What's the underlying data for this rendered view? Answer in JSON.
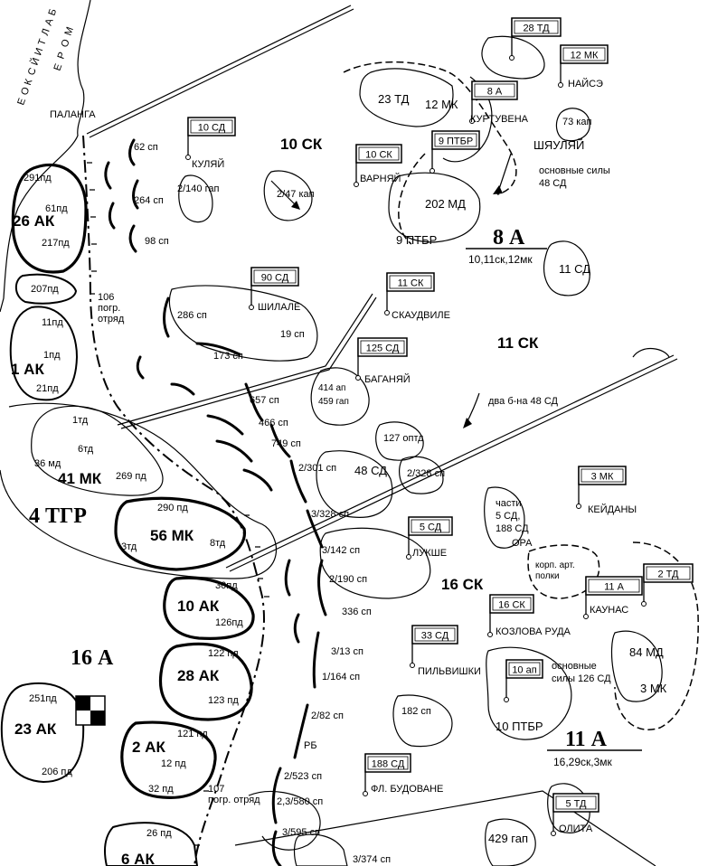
{
  "sea": {
    "name": "БАЛТИЙСКОЕ МОРЕ"
  },
  "sea_letters": [
    "Б",
    "А",
    "Л",
    "Т",
    "И",
    "Й",
    "С",
    "К",
    "О",
    "Е",
    " ",
    "М",
    "О",
    "Р",
    "Е"
  ],
  "german": {
    "army_16": "16 А",
    "tgr_4": "4 ТГР",
    "corps": {
      "ak26": "26 АК",
      "ak1": "1 АК",
      "mk41": "41 МК",
      "mk56": "56 МК",
      "ak10": "10 АК",
      "ak28": "28 АК",
      "ak23": "23 АК",
      "ak2": "2 АК",
      "ak6": "6 АК"
    },
    "divisions": {
      "d291": "291пд",
      "d61": "61пд",
      "d217": "217пд",
      "d207": "207пд",
      "d11": "11пд",
      "d1": "1пд",
      "d21": "21пд",
      "t1": "1тд",
      "t6": "6тд",
      "m36": "36 мд",
      "d269": "269 пд",
      "d290": "290 пд",
      "t3": "3тд",
      "t8": "8тд",
      "d30": "30пд",
      "d126": "126пд",
      "d122": "122 пд",
      "d123": "123 пд",
      "d251": "251пд",
      "d206": "206 пд",
      "d121": "121 пд",
      "d12": "12 пд",
      "d32": "32 пд",
      "d26": "26 пд"
    }
  },
  "soviet": {
    "army_8": "8 А",
    "army_8_sub": "10,11ск,12мк",
    "army_11": "11 А",
    "army_11_sub": "16,29ск,3мк",
    "corps_labels": {
      "sk10": "10 СК",
      "sk11": "11 СК",
      "sk16": "16 СК",
      "mk3": "3 МК"
    },
    "flags": {
      "td28": "28 ТД",
      "mk12": "12 МК",
      "a8": "8 А",
      "sd10": "10 СД",
      "sk10": "10 СК",
      "ptbr9": "9 ПТБР",
      "sd90": "90 СД",
      "sk11": "11 СК",
      "sd125": "125 СД",
      "mk3": "3 МК",
      "sd5": "5 СД",
      "sk16": "16 СК",
      "a11": "11 А",
      "td2": "2 ТД",
      "sd33": "33 СД",
      "ap10": "10 ап",
      "sd188": "188 СД",
      "td5": "5 ТД"
    },
    "units": {
      "td23": "23 ТД",
      "mk12": "12 МК",
      "kap73": "73 кап",
      "sd48": "основные силы\n48 СД",
      "md202": "202 МД",
      "ptbr9": "9 ПТБР",
      "sd11": "11 СД",
      "sp62": "62 сп",
      "sp264": "264 сп",
      "gap140": "2/140 гап",
      "sp98": "98 сп",
      "kap47": "2/47 кап",
      "sp286": "286 сп",
      "sp19": "19 сп",
      "sp173": "173 сп",
      "ap414": "414 ап",
      "gap459": "459 гап",
      "sp657": "657 сп",
      "sp466": "466 сп",
      "sp749": "749 сп",
      "sp301": "2/301 сп",
      "sd48b": "48 СД",
      "sp328": "2/328 сп",
      "sp328b": "3/328 сп",
      "optd127": "127 оптд",
      "two_bn": "два б-на 48 СД",
      "sp142": "3/142 сп",
      "sp190": "2/190 сп",
      "sp336": "336 сп",
      "sp13": "3/13 сп",
      "sp164": "1/164 сп",
      "sp82": "2/82 сп",
      "rb": "РБ",
      "sp182": "182 сп",
      "sp523": "2/523 сп",
      "sp580": "2,3/580 сп",
      "sp595": "3/595 сп",
      "sp374": "3/374 сп",
      "sd5_parts": "части\n5 СД,\n188 СД",
      "korp_art": "корп. арт.\nполки",
      "md84": "84 МД",
      "mk3b": "3 МК",
      "sd126": "основные\nсилы 126 СД",
      "ptbr10": "10 ПТБР",
      "gap429": "429 гап",
      "pogr106": "106\nпогр.\nотряд",
      "pogr107": "107\nпогр. отряд"
    }
  },
  "places": {
    "palanga": "ПАЛАНГА",
    "kulyai": "КУЛЯЙ",
    "kurtuvena": "КУРТУВЕНА",
    "naize": "НАЙСЭ",
    "shyaulyai": "ШЯУЛЯЙ",
    "varnyai": "ВАРНЯЙ",
    "shilale": "ШИЛАЛЕ",
    "skaudvile": "СКАУДВИЛЕ",
    "baganyai": "БАГАНЯЙ",
    "keidany": "КЕЙДАНЫ",
    "lukshe": "ЛУКШЕ",
    "ora": "ОРА",
    "kaunas": "КАУНАС",
    "kozlova_ruda": "КОЗЛОВА РУДА",
    "pilvishki": "ПИЛЬВИШКИ",
    "budovane": "ФЛ. БУДОВАНЕ",
    "olita": "ОЛИТА"
  }
}
